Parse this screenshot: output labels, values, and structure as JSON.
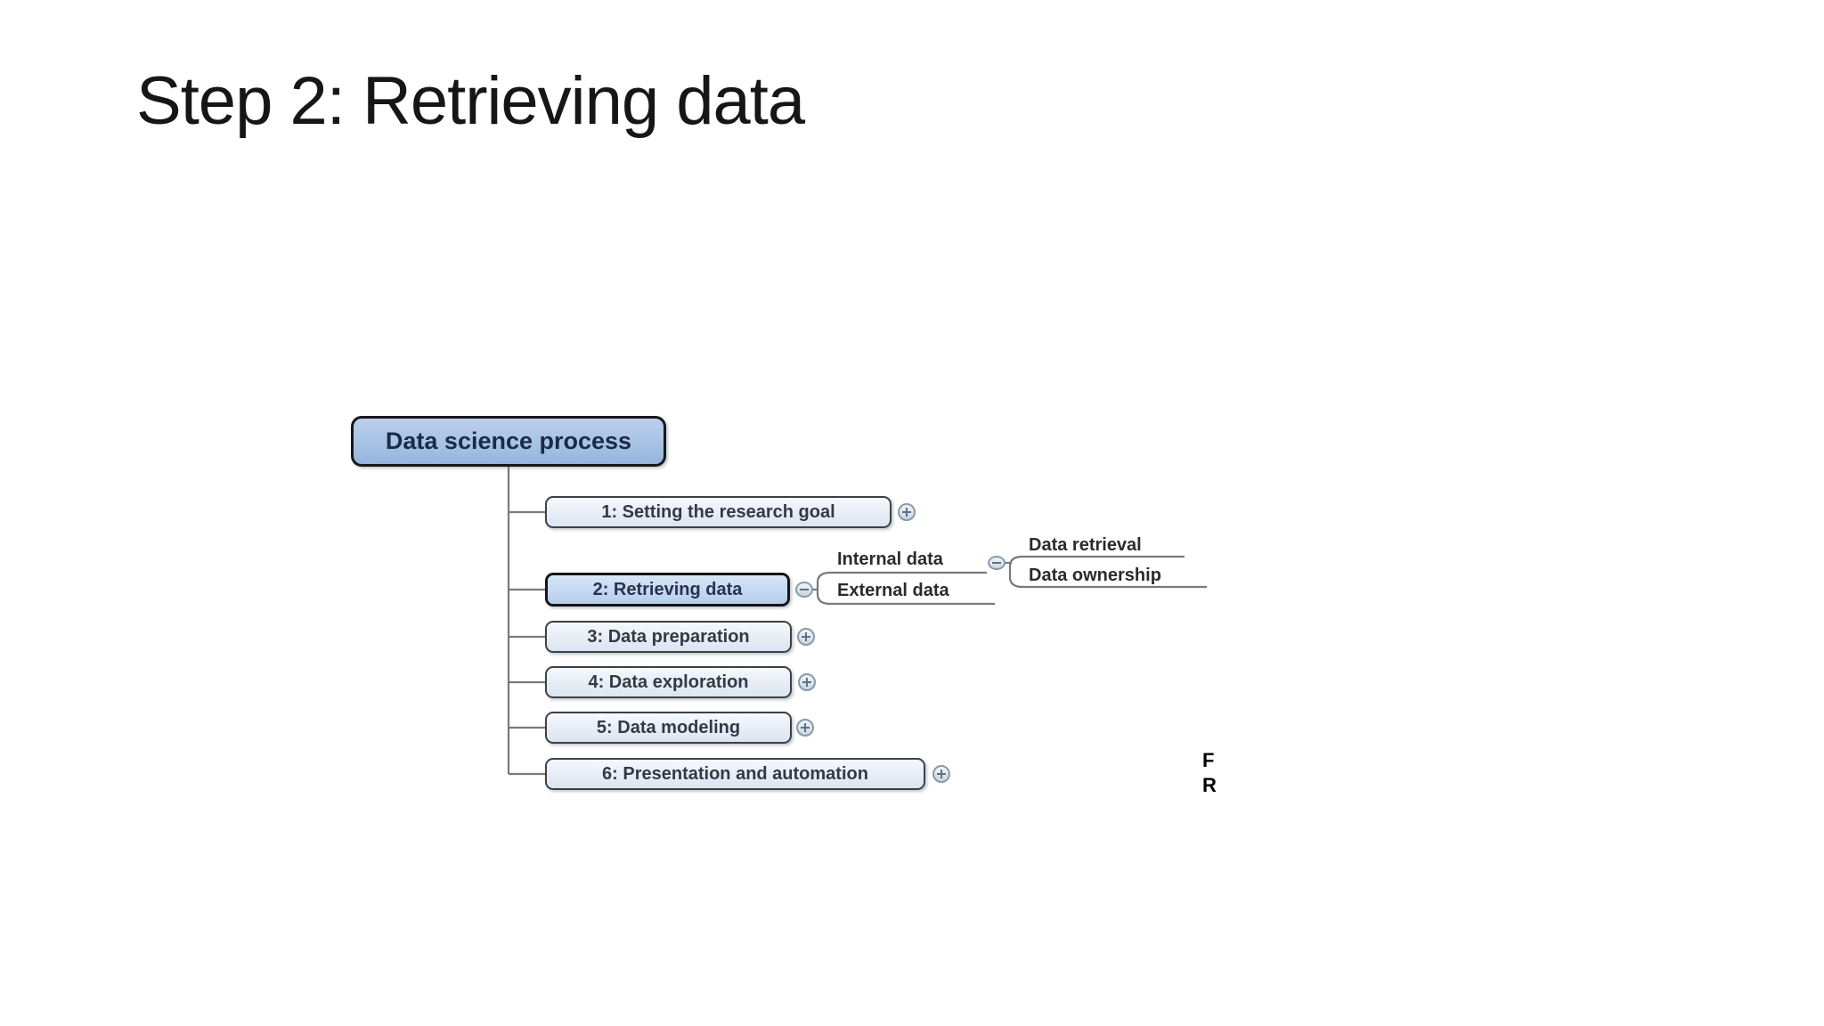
{
  "slide": {
    "title": "Step 2: Retrieving data",
    "background_color": "#ffffff",
    "stray_letters": [
      "F",
      "R"
    ]
  },
  "mindmap": {
    "root": {
      "label": "Data science process"
    },
    "steps": [
      {
        "label": "1: Setting the research goal",
        "toggle_icon": "plus-circle",
        "expanded": false
      },
      {
        "label": "2: Retrieving data",
        "toggle_icon": "minus-circle",
        "expanded": true,
        "highlighted": true
      },
      {
        "label": "3: Data preparation",
        "toggle_icon": "plus-circle",
        "expanded": false
      },
      {
        "label": "4: Data exploration",
        "toggle_icon": "plus-circle",
        "expanded": false
      },
      {
        "label": "5: Data modeling",
        "toggle_icon": "plus-circle",
        "expanded": false
      },
      {
        "label": "6: Presentation and automation",
        "toggle_icon": "plus-circle",
        "expanded": false
      }
    ],
    "step2_children": {
      "internal": {
        "label": "Internal data",
        "toggle_icon": "minus-circle",
        "expanded": true,
        "children": [
          {
            "label": "Data retrieval"
          },
          {
            "label": "Data ownership"
          }
        ]
      },
      "external": {
        "label": "External data"
      }
    }
  },
  "colors": {
    "root_fill": "#a9c4e6",
    "highlight_fill": "#c6d9f1",
    "step_fill": "#e7edf6",
    "connector_line": "#7a7a7a",
    "title_text": "#161616",
    "box_text": "#323a46",
    "leaf_text": "#2b2b2b"
  }
}
